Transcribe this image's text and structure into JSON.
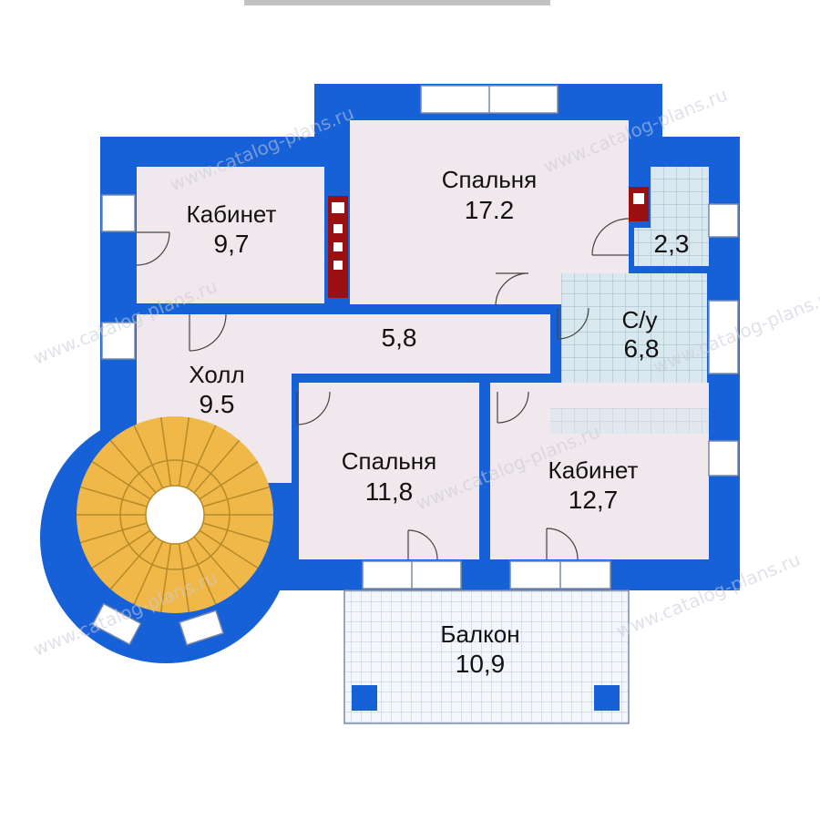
{
  "colors": {
    "wall": "#1660d8",
    "room": "#f0e8ec",
    "wet_tile": "#cfe0ea",
    "balcony": "#eef3fa",
    "stairs": "#f0b848",
    "stairs_line": "#b58a2a",
    "chimney": "#9a1010",
    "window": "#ffffff"
  },
  "watermark": "www.catalog-plans.ru",
  "rooms": {
    "kabinet_top": {
      "label": "Кабинет",
      "area": "9,7"
    },
    "spalnya_top": {
      "label": "Спальня",
      "area": "17.2"
    },
    "small_room": {
      "area": "2,3"
    },
    "su": {
      "label": "С/у",
      "area": "6,8"
    },
    "corridor": {
      "area": "5,8"
    },
    "holl": {
      "label": "Холл",
      "area": "9.5"
    },
    "spalnya_mid": {
      "label": "Спальня",
      "area": "11,8"
    },
    "kabinet_mid": {
      "label": "Кабинет",
      "area": "12,7"
    },
    "balkon": {
      "label": "Балкон",
      "area": "10,9"
    }
  }
}
